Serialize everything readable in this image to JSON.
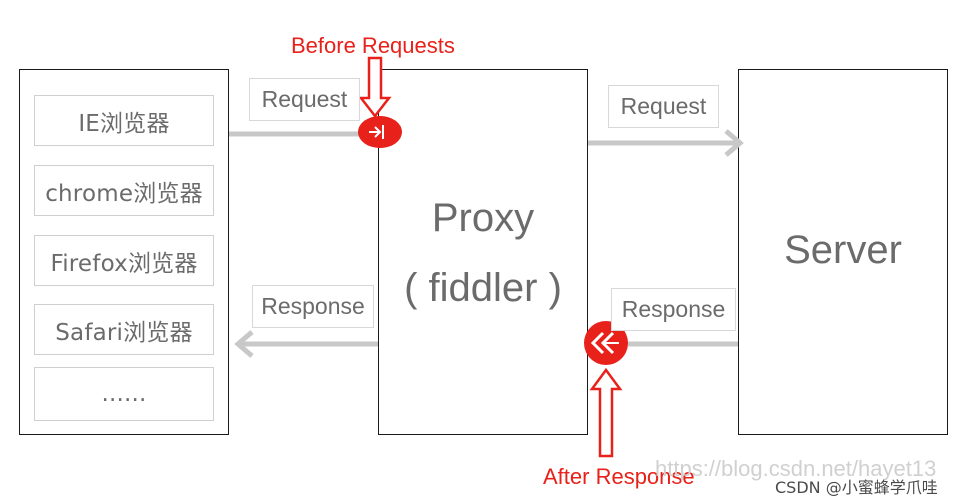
{
  "clients": {
    "items": [
      "IE浏览器",
      "chrome浏览器",
      "Firefox浏览器",
      "Safari浏览器",
      "......"
    ]
  },
  "proxy": {
    "title": "Proxy",
    "subtitle": "( fiddler )"
  },
  "server": {
    "title": "Server"
  },
  "labels": {
    "request_left": "Request",
    "request_right": "Request",
    "response_left": "Response",
    "response_right": "Response"
  },
  "annotations": {
    "before": "Before Requests",
    "after": "After Response"
  },
  "watermark": {
    "url": "https://blog.csdn.net/hayet13",
    "credit": "CSDN @小蜜蜂学爪哇"
  },
  "colors": {
    "annotation_red": "#e8211a",
    "arrow_gray": "#c8c8c8",
    "text_gray": "#6b6b6b"
  }
}
